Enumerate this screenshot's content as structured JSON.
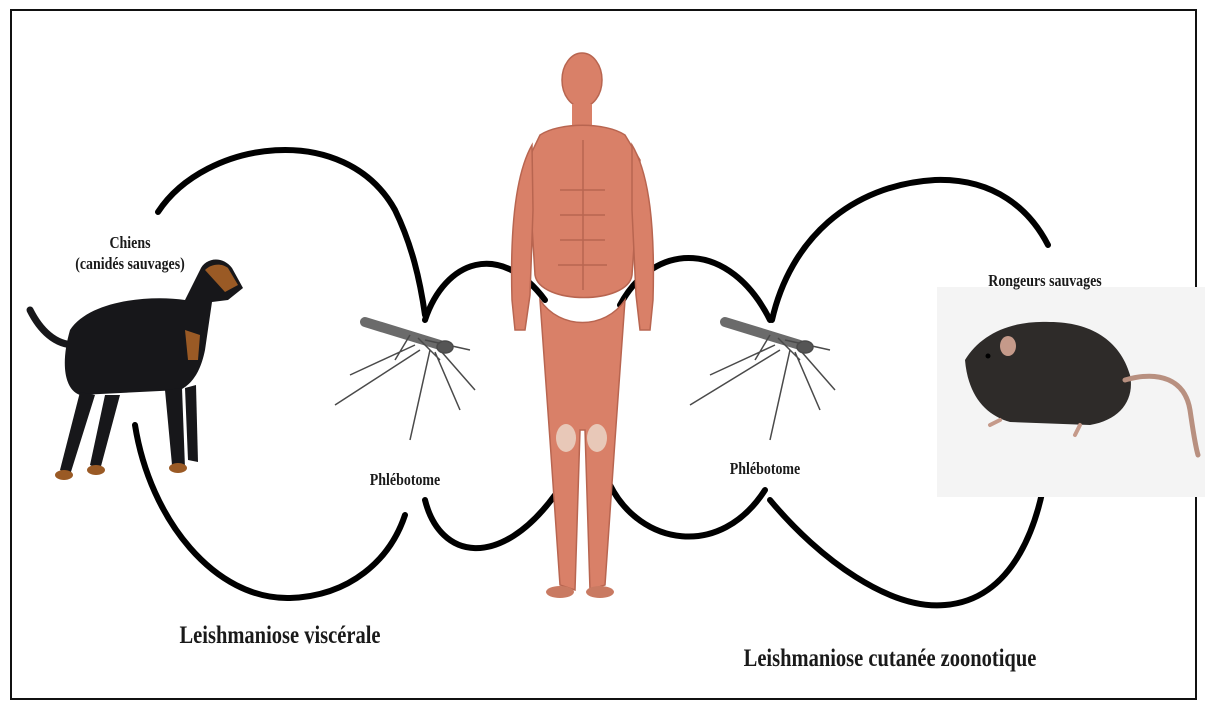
{
  "hosts": {
    "dogs": {
      "name": "Chiens",
      "qualifier": "(canidés sauvages)",
      "icon": "dog-icon"
    },
    "human": {
      "icon": "human-anatomy-icon"
    },
    "rodents": {
      "name": "Rongeurs sauvages",
      "icon": "rat-icon"
    }
  },
  "vectors": {
    "left": {
      "name": "Phlébotome",
      "icon": "sandfly-icon"
    },
    "right": {
      "name": "Phlébotome",
      "icon": "sandfly-icon"
    }
  },
  "cycles": {
    "visceral": {
      "name": "Leishmaniose viscérale"
    },
    "cutaneous": {
      "name": "Leishmaniose cutanée zoonotique"
    }
  },
  "colors": {
    "cycle_stroke": "#000000",
    "muscle": "#d98068",
    "dog_coat": "#17171a",
    "dog_tan": "#9a5a25",
    "rat_fur": "#2e2b29"
  }
}
